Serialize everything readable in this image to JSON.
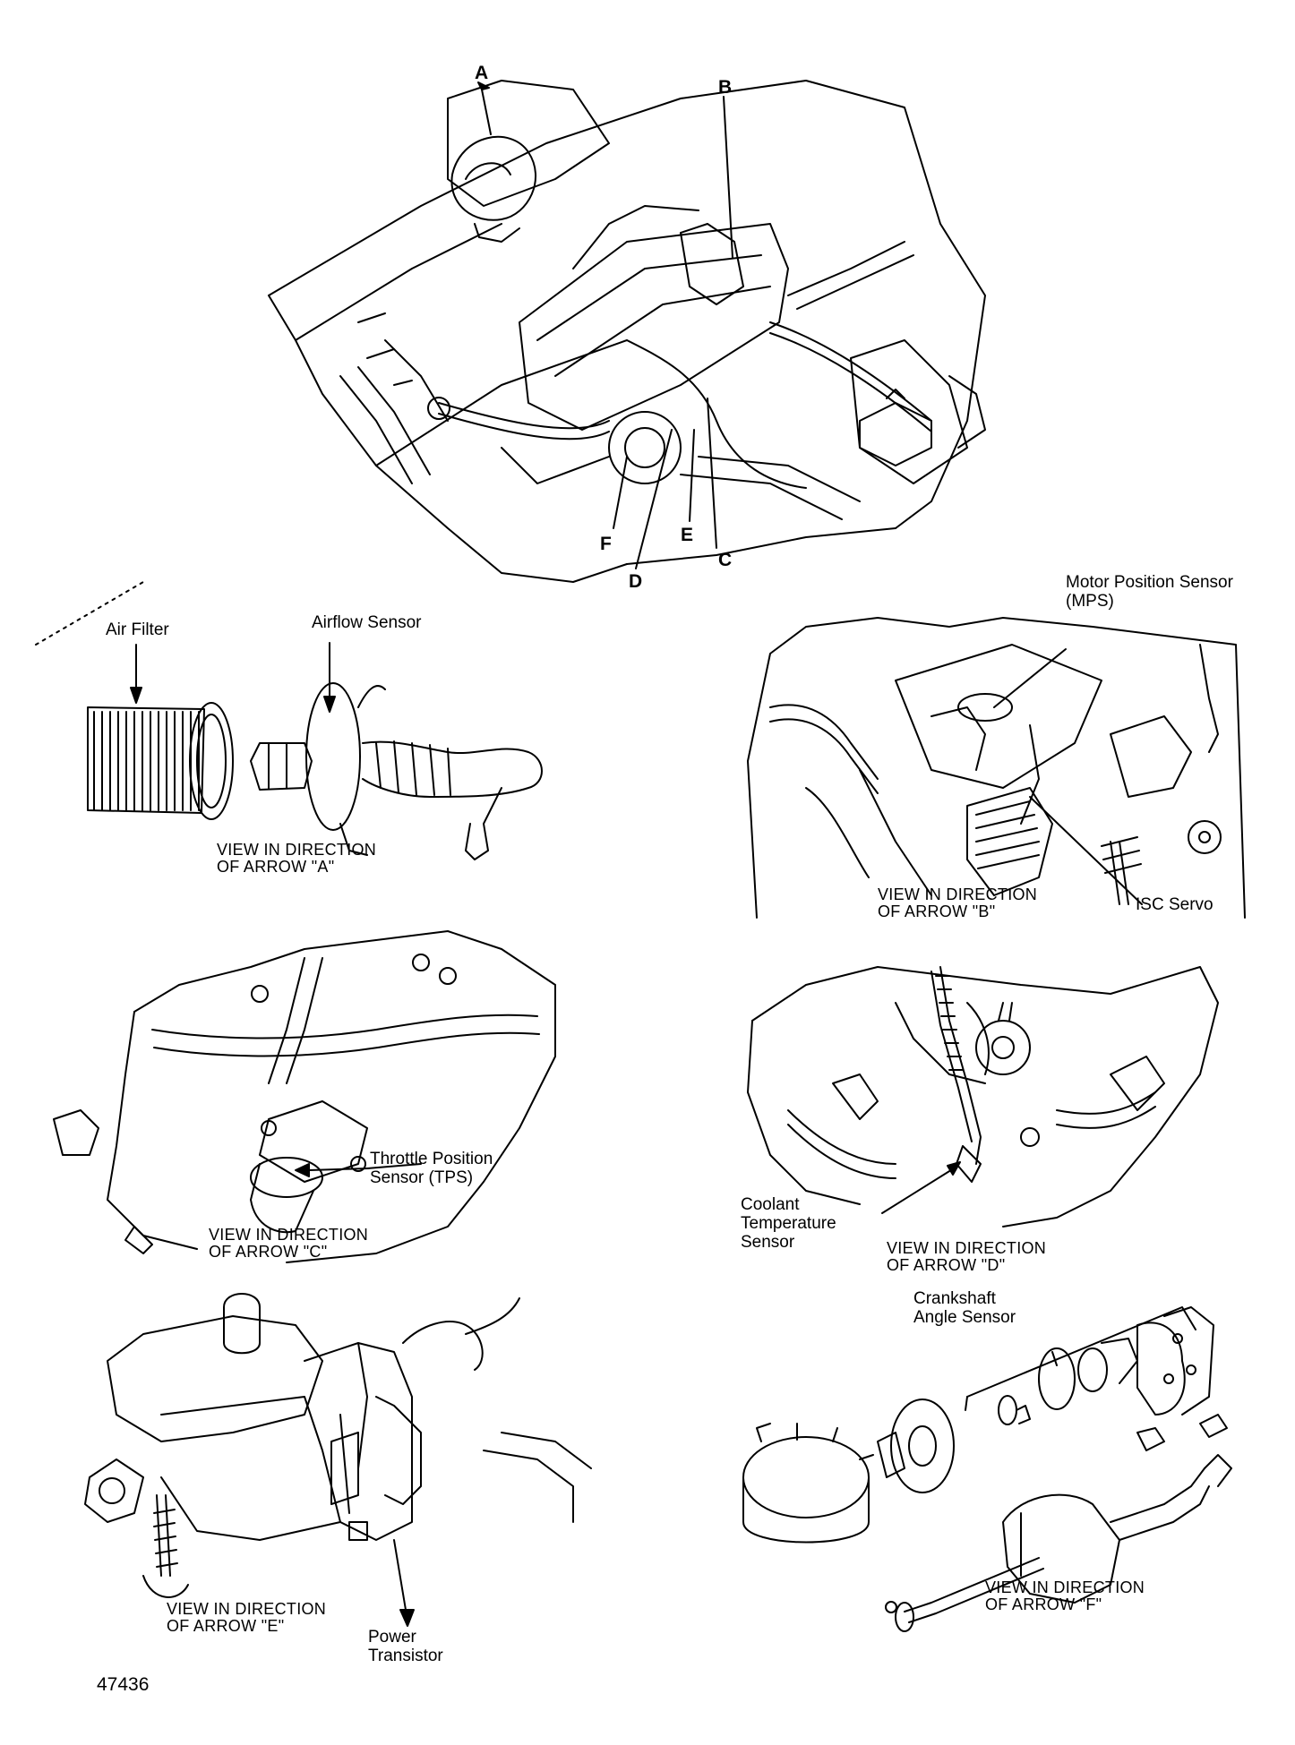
{
  "callouts": [
    "A",
    "B",
    "C",
    "D",
    "E",
    "F"
  ],
  "labels": {
    "air_filter": "Air Filter",
    "airflow_sensor": "Airflow Sensor",
    "mps_line1": "Motor Position Sensor",
    "mps_line2": "(MPS)",
    "isc_servo": "ISC Servo",
    "tps_line1": "Throttle Position",
    "tps_line2": "Sensor (TPS)",
    "coolant_line1": "Coolant",
    "coolant_line2": "Temperature",
    "coolant_line3": "Sensor",
    "power_line1": "Power",
    "power_line2": "Transistor",
    "crank_line1": "Crankshaft",
    "crank_line2": "Angle Sensor"
  },
  "captions": {
    "a": [
      "VIEW IN DIRECTION",
      "OF ARROW \"A\""
    ],
    "b": [
      "VIEW IN DIRECTION",
      "OF ARROW \"B\""
    ],
    "c": [
      "VIEW IN DIRECTION",
      "OF ARROW \"C\""
    ],
    "d": [
      "VIEW IN DIRECTION",
      "OF ARROW \"D\""
    ],
    "e": [
      "VIEW IN DIRECTION",
      "OF ARROW \"E\""
    ],
    "f": [
      "VIEW IN DIRECTION",
      "OF ARROW \"F\""
    ]
  },
  "figure_number": "47436"
}
